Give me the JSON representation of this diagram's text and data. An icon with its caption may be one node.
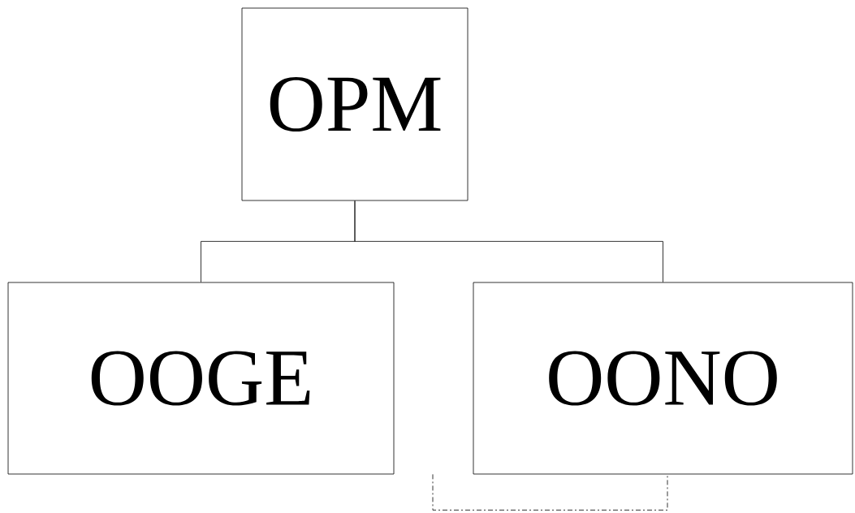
{
  "diagram": {
    "nodes": [
      {
        "text": [
          "OPM"
        ]
      },
      {
        "text": [
          "OOGE"
        ]
      },
      {
        "text": [
          "OONO"
        ]
      }
    ],
    "edges": [
      {
        "from": 0,
        "to": 1,
        "arrow": "none"
      },
      {
        "from": 0,
        "to": 2,
        "arrow": "none"
      },
      {
        "from": 1,
        "to": 2,
        "arrow": "none",
        "style": "dashed"
      }
    ]
  }
}
